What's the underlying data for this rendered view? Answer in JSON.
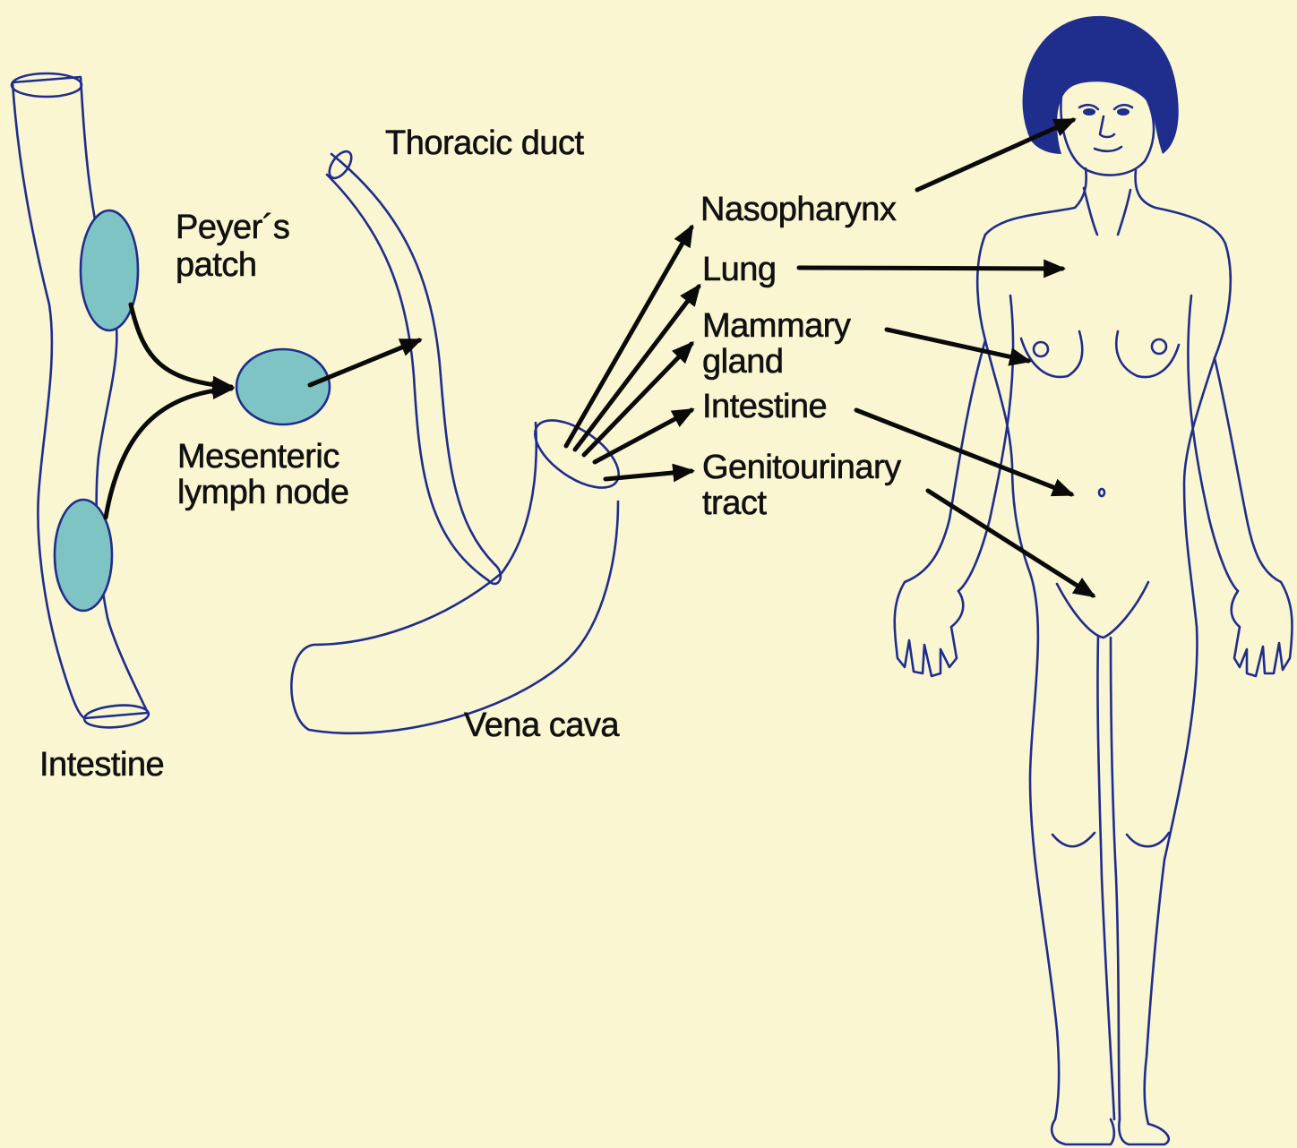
{
  "labels": {
    "intestine_left": "Intestine",
    "peyers_line1": "Peyer´s",
    "peyers_line2": "patch",
    "mesenteric_line1": "Mesenteric",
    "mesenteric_line2": "lymph node",
    "thoracic_duct": "Thoracic duct",
    "vena_cava": "Vena cava",
    "nasopharynx": "Nasopharynx",
    "lung": "Lung",
    "mammary_line1": "Mammary",
    "mammary_line2": "gland",
    "intestine_right": "Intestine",
    "genitourinary_line1": "Genitourinary",
    "genitourinary_line2": "tract"
  },
  "colors": {
    "background": "#faf6d2",
    "outline": "#1f2d8c",
    "lymphoid_tissue": "#7fc4c4",
    "hair": "#1f2d8c",
    "arrow": "#0a0a0a",
    "text": "#111111"
  }
}
